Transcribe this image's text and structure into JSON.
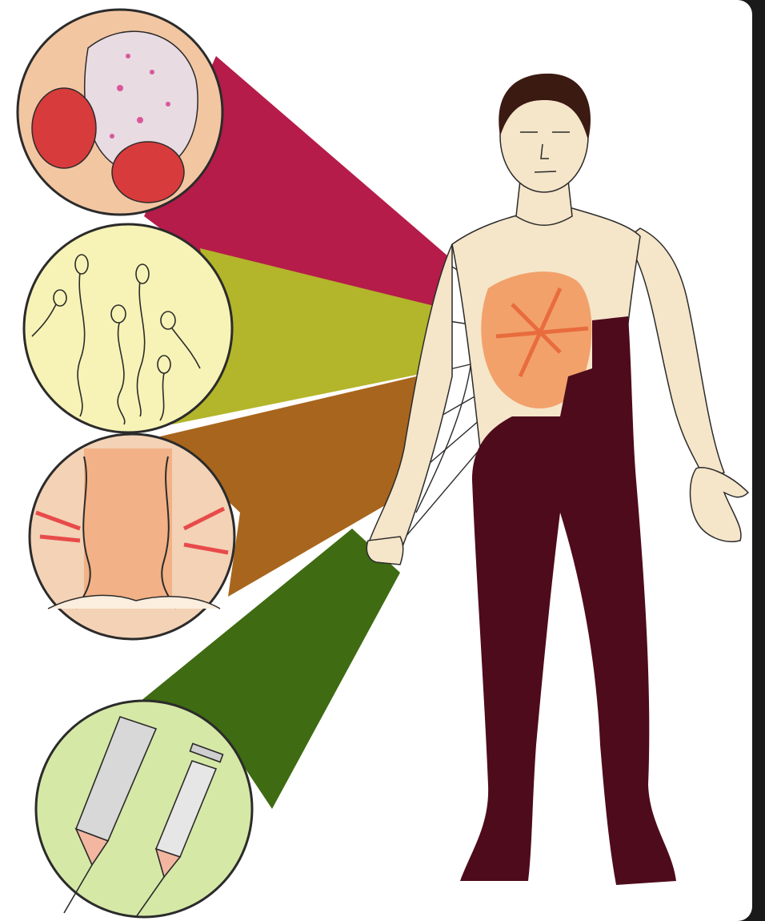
{
  "image": {
    "subject": "anatomy-illustration",
    "palette": {
      "beam_red": "#b51c4a",
      "beam_olive": "#b3b52a",
      "beam_brown": "#a8651d",
      "beam_green": "#3f6b12",
      "body_dark": "#4e0b1c",
      "skin": "#f5e5c9",
      "skin_shadow": "#e9c7a2",
      "lesion": "#f08a4b",
      "outline": "#2b2b2b",
      "hair": "#3b1a12",
      "circle1_bg": "#f3c6a2",
      "circle2_bg": "#f7f3b6",
      "circle3_bg": "#f3d2b6",
      "circle4_bg": "#d6e8a6"
    },
    "panels": [
      {
        "name": "tissue-closeup",
        "icon": "cells-icon"
      },
      {
        "name": "sperm-closeup",
        "icon": "sperm-icon"
      },
      {
        "name": "urethra-closeup",
        "icon": "tissue-section-icon"
      },
      {
        "name": "syringe-closeup",
        "icon": "syringe-icon"
      }
    ]
  }
}
